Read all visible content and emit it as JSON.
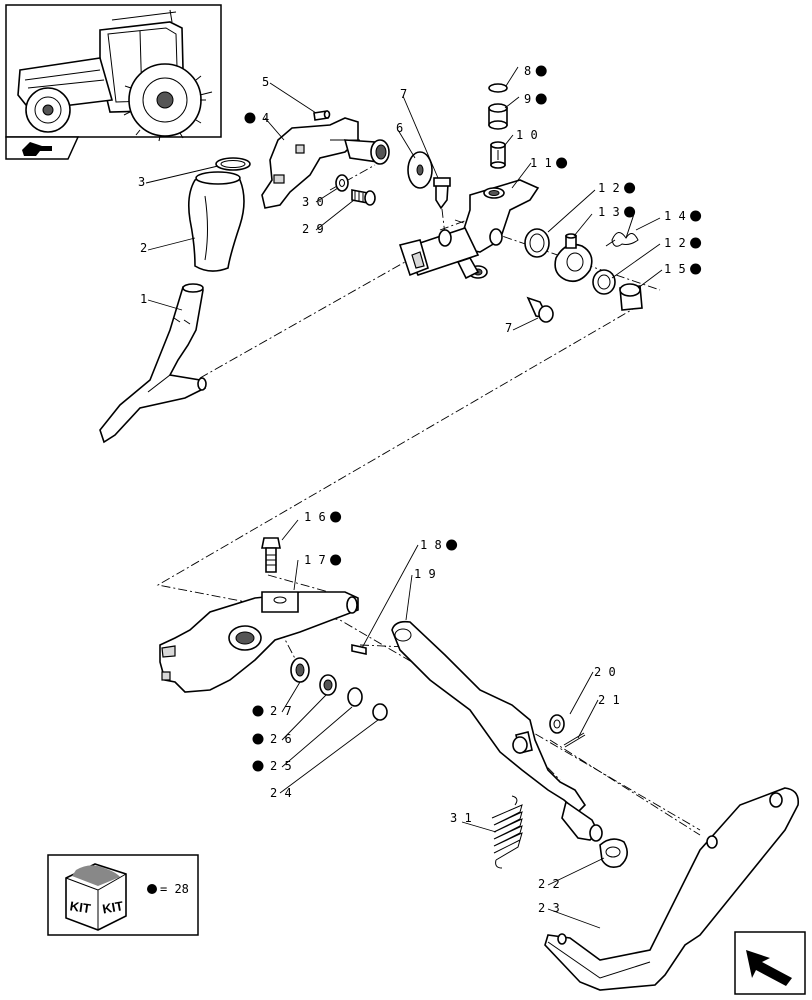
{
  "callouts": [
    {
      "id": "c1",
      "num": "1",
      "kit": false
    },
    {
      "id": "c2",
      "num": "2",
      "kit": false
    },
    {
      "id": "c3",
      "num": "3",
      "kit": false
    },
    {
      "id": "c4",
      "num": "4",
      "kit": true
    },
    {
      "id": "c5",
      "num": "5",
      "kit": false
    },
    {
      "id": "c6",
      "num": "6",
      "kit": false
    },
    {
      "id": "c7a",
      "num": "7",
      "kit": false
    },
    {
      "id": "c7b",
      "num": "7",
      "kit": false
    },
    {
      "id": "c8",
      "num": "8",
      "kit": true
    },
    {
      "id": "c9",
      "num": "9",
      "kit": true
    },
    {
      "id": "c10",
      "num": "10",
      "kit": false
    },
    {
      "id": "c11",
      "num": "11",
      "kit": true
    },
    {
      "id": "c12a",
      "num": "12",
      "kit": true
    },
    {
      "id": "c12b",
      "num": "12",
      "kit": true
    },
    {
      "id": "c13",
      "num": "13",
      "kit": true
    },
    {
      "id": "c14",
      "num": "14",
      "kit": true
    },
    {
      "id": "c15",
      "num": "15",
      "kit": true
    },
    {
      "id": "c16",
      "num": "16",
      "kit": true
    },
    {
      "id": "c17",
      "num": "17",
      "kit": true
    },
    {
      "id": "c18",
      "num": "18",
      "kit": true
    },
    {
      "id": "c19",
      "num": "19",
      "kit": false
    },
    {
      "id": "c20",
      "num": "20",
      "kit": false
    },
    {
      "id": "c21",
      "num": "21",
      "kit": false
    },
    {
      "id": "c22",
      "num": "22",
      "kit": false
    },
    {
      "id": "c23",
      "num": "23",
      "kit": false
    },
    {
      "id": "c24",
      "num": "24",
      "kit": false
    },
    {
      "id": "c25",
      "num": "25",
      "kit": true
    },
    {
      "id": "c26",
      "num": "26",
      "kit": true
    },
    {
      "id": "c27",
      "num": "27",
      "kit": true
    },
    {
      "id": "c29",
      "num": "29",
      "kit": false
    },
    {
      "id": "c30",
      "num": "30",
      "kit": false
    },
    {
      "id": "c31",
      "num": "31",
      "kit": false
    }
  ],
  "legend": {
    "kit_word": "KIT",
    "equals": "= 28"
  },
  "icons": {
    "thumbnail": "tractor-thumbnail",
    "hand": "pointing-hand-icon",
    "nav": "next-page-arrow-icon"
  }
}
